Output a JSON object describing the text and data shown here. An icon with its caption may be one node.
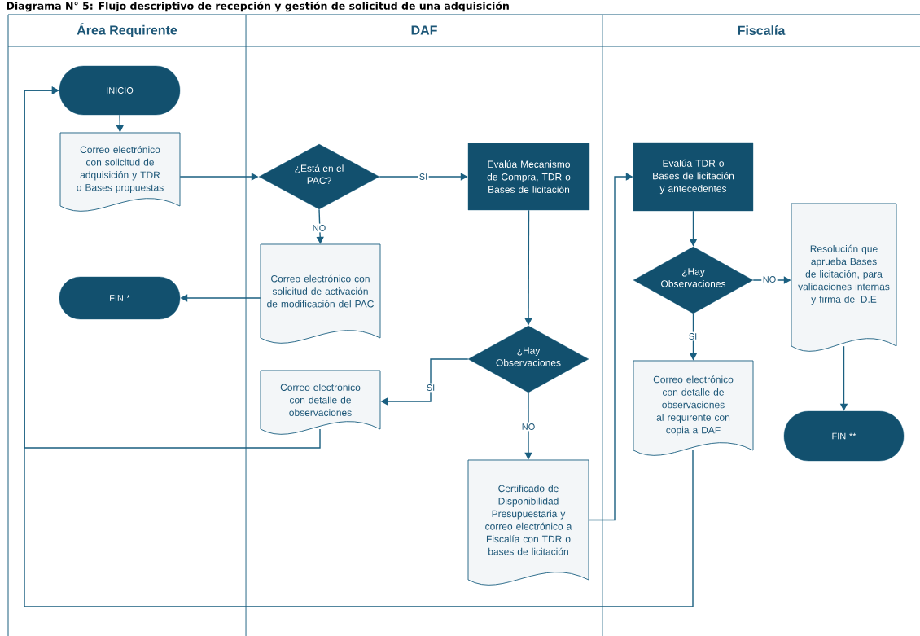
{
  "diagram": {
    "title": "Diagrama N° 5: Flujo descriptivo de recepción y gestión de solicitud de una adquisición",
    "nodes": [
      {
        "text": [
          "INICIO"
        ]
      },
      {
        "text": [
          "Correo electrónico con solicitud de adquisición y TDR o Bases propuestas"
        ]
      },
      {
        "text": [
          "¿Está en el PAC?"
        ]
      },
      {
        "text": [
          "Evalúa Mecanismo de Compra, TDR o Bases de licitación"
        ]
      },
      {
        "text": [
          "Correo electrónico con solicitud de activación de modificación del PAC"
        ]
      },
      {
        "text": [
          "FIN *"
        ]
      },
      {
        "text": [
          "¿Hay Observaciones"
        ]
      },
      {
        "text": [
          "Correo electrónico con detalle de observaciones"
        ]
      },
      {
        "text": [
          "Certificado de Disponibilidad Presupuestaria y correo electrónico a Fiscalía con TDR o bases de licitación"
        ]
      },
      {
        "text": [
          "Evalúa TDR o Bases de licitación y antecedentes"
        ]
      },
      {
        "text": [
          "¿Hay Observaciones"
        ]
      },
      {
        "text": [
          "Resolución que aprueba Bases de licitación, para validaciones internas y firma del D.E"
        ]
      },
      {
        "text": [
          "Correo electrónico con detalle de observaciones al requirente con copia a DAF"
        ]
      },
      {
        "text": [
          "FIN **"
        ]
      }
    ],
    "edges": [
      {
        "from": 0,
        "to": 1,
        "arrow": "to"
      },
      {
        "from": 1,
        "to": 2,
        "arrow": "to"
      },
      {
        "from": 2,
        "to": 3,
        "arrow": "to",
        "label": "SI"
      },
      {
        "from": 2,
        "to": 4,
        "arrow": "to",
        "label": "NO"
      },
      {
        "from": 4,
        "to": 5,
        "arrow": "to"
      },
      {
        "from": 3,
        "to": 6,
        "arrow": "to"
      },
      {
        "from": 6,
        "to": 7,
        "arrow": "to",
        "label": "SI"
      },
      {
        "from": 6,
        "to": 8,
        "arrow": "to",
        "label": "NO"
      },
      {
        "from": 8,
        "to": 9,
        "arrow": "to"
      },
      {
        "from": 7,
        "to": 0,
        "arrow": "to"
      },
      {
        "from": 9,
        "to": 10,
        "arrow": "to"
      },
      {
        "from": 10,
        "to": 12,
        "arrow": "to",
        "label": "SI"
      },
      {
        "from": 10,
        "to": 11,
        "arrow": "to",
        "label": "NO"
      },
      {
        "from": 11,
        "to": 13,
        "arrow": "to"
      },
      {
        "from": 12,
        "to": 0,
        "arrow": "to"
      }
    ],
    "labels": [
      "Área Requirente",
      "DAF",
      "Fiscalía"
    ]
  }
}
